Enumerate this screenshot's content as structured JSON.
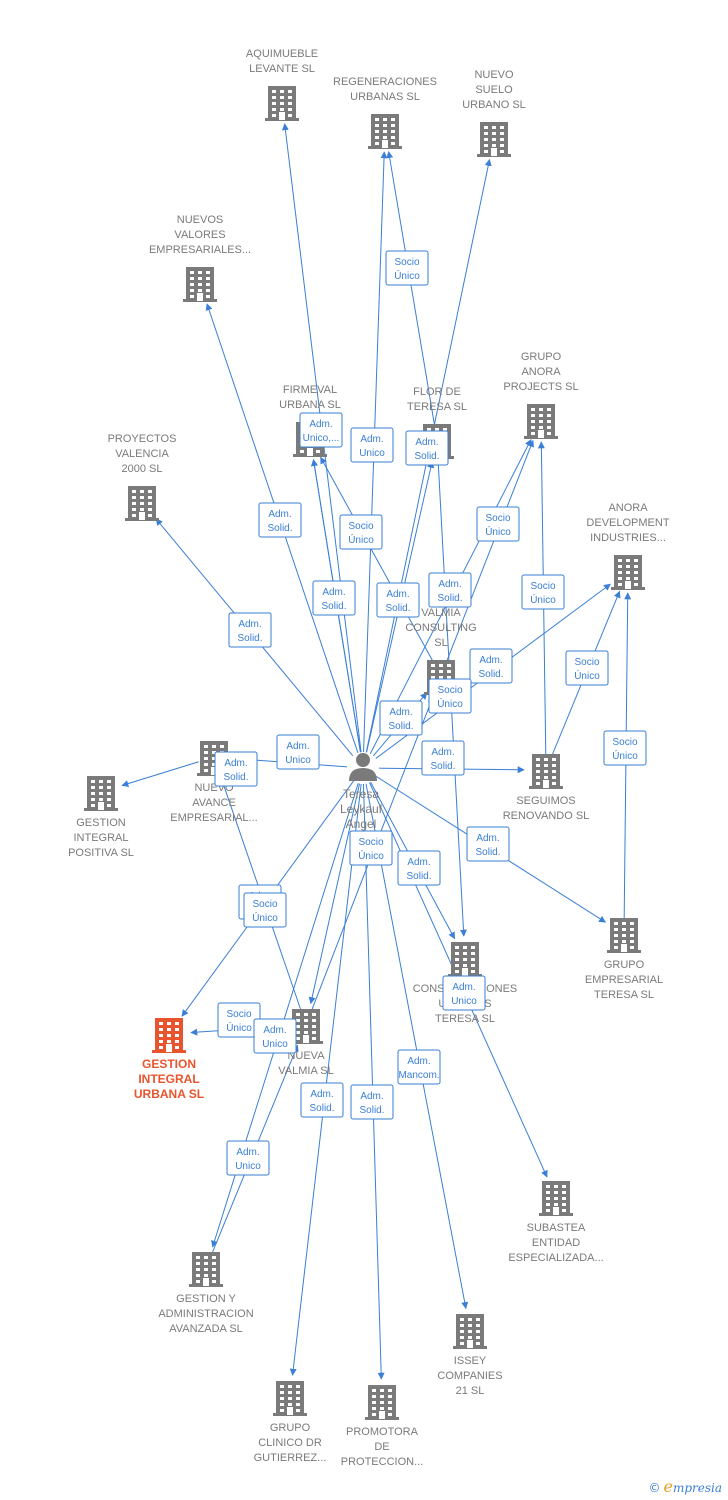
{
  "colors": {
    "edge": "#3a7fd5",
    "building": "#7a7a7a",
    "focus": "#e8542d"
  },
  "person": {
    "id": "person",
    "lines": [
      "Teresa",
      "Leykauf",
      "Angel"
    ]
  },
  "companies": [
    {
      "id": "aquimueble",
      "lines": [
        "AQUIMUEBLE",
        "LEVANTE SL"
      ]
    },
    {
      "id": "regeneraciones",
      "lines": [
        "REGENERACIONES",
        "URBANAS  SL"
      ]
    },
    {
      "id": "nuevosuelo",
      "lines": [
        "NUEVO",
        "SUELO",
        "URBANO  SL"
      ]
    },
    {
      "id": "nuevosvalores",
      "lines": [
        "NUEVOS",
        "VALORES",
        "EMPRESARIALES..."
      ]
    },
    {
      "id": "firmeval",
      "lines": [
        "FIRMEVAL",
        "URBANA  SL"
      ]
    },
    {
      "id": "flordeteresa",
      "lines": [
        "FLOR DE",
        "TERESA SL"
      ]
    },
    {
      "id": "grupoanora",
      "lines": [
        "GRUPO",
        "ANORA",
        "PROJECTS  SL"
      ]
    },
    {
      "id": "proyectosvalencia",
      "lines": [
        "PROYECTOS",
        "VALENCIA",
        "2000 SL"
      ]
    },
    {
      "id": "anoradev",
      "lines": [
        "ANORA",
        "DEVELOPMENT",
        "INDUSTRIES..."
      ]
    },
    {
      "id": "valmia",
      "lines": [
        "VALMIA",
        "CONSULTING",
        "SL"
      ]
    },
    {
      "id": "gestionintegralpositiva",
      "lines": [
        "GESTION",
        "INTEGRAL",
        "POSITIVA  SL"
      ]
    },
    {
      "id": "nuevoavance",
      "lines": [
        "NUEVO",
        "AVANCE",
        "EMPRESARIAL..."
      ]
    },
    {
      "id": "seguimos",
      "lines": [
        "SEGUIMOS",
        "RENOVANDO SL"
      ]
    },
    {
      "id": "grupoempresarial",
      "lines": [
        "GRUPO",
        "EMPRESARIAL",
        "TERESA SL"
      ]
    },
    {
      "id": "construcciones",
      "lines": [
        "CONSTRUCCIONES",
        "URBANAS",
        "TERESA SL"
      ]
    },
    {
      "id": "gestionintegralurbana",
      "lines": [
        "GESTION",
        "INTEGRAL",
        "URBANA  SL"
      ],
      "focus": true
    },
    {
      "id": "nuevavalmia",
      "lines": [
        "NUEVA",
        "VALMIA  SL"
      ]
    },
    {
      "id": "subastea",
      "lines": [
        "SUBASTEA",
        "ENTIDAD",
        "ESPECIALIZADA..."
      ]
    },
    {
      "id": "gestionadmin",
      "lines": [
        "GESTION Y",
        "ADMINISTRACION",
        "AVANZADA  SL"
      ]
    },
    {
      "id": "issey",
      "lines": [
        "ISSEY",
        "COMPANIES",
        "21 SL"
      ]
    },
    {
      "id": "grupoclinico",
      "lines": [
        "GRUPO",
        "CLINICO DR",
        "GUTIERREZ..."
      ]
    },
    {
      "id": "promotora",
      "lines": [
        "PROMOTORA",
        "DE",
        "PROTECCION..."
      ]
    }
  ],
  "edges": [
    {
      "from": "person",
      "to": "aquimueble",
      "label": [
        "Adm.",
        "Solid."
      ]
    },
    {
      "from": "person",
      "to": "regeneraciones",
      "label": [
        "Adm.",
        "Unico"
      ]
    },
    {
      "from": "flordeteresa",
      "to": "regeneraciones",
      "label": [
        "Socio",
        "Único"
      ]
    },
    {
      "from": "person",
      "to": "nuevosuelo",
      "label": [
        "Adm.",
        "Solid."
      ]
    },
    {
      "from": "person",
      "to": "nuevosvalores",
      "label": [
        "Adm.",
        "Solid."
      ]
    },
    {
      "from": "person",
      "to": "firmeval",
      "label": [
        "Adm.",
        "Solid."
      ]
    },
    {
      "from": "person",
      "to": "firmeval",
      "label": [
        "Adm.",
        "Unico,..."
      ]
    },
    {
      "from": "valmia",
      "to": "firmeval",
      "label": [
        "Socio",
        "Único"
      ]
    },
    {
      "from": "person",
      "to": "flordeteresa",
      "label": [
        "Adm.",
        "Solid."
      ]
    },
    {
      "from": "person",
      "to": "grupoanora",
      "label": [
        "Adm.",
        "Solid."
      ]
    },
    {
      "from": "valmia",
      "to": "grupoanora",
      "label": [
        "Socio",
        "Único"
      ]
    },
    {
      "from": "person",
      "to": "proyectosvalencia",
      "label": [
        "Adm.",
        "Solid."
      ]
    },
    {
      "from": "person",
      "to": "anoradev",
      "label": [
        "Adm.",
        "Solid."
      ]
    },
    {
      "from": "seguimos",
      "to": "grupoanora",
      "label": [
        "Socio",
        "Único"
      ]
    },
    {
      "from": "seguimos",
      "to": "anoradev",
      "label": [
        "Socio",
        "Único"
      ]
    },
    {
      "from": "grupoempresarial",
      "to": "anoradev",
      "label": [
        "Socio",
        "Único"
      ]
    },
    {
      "from": "person",
      "to": "valmia",
      "label": [
        "Adm.",
        "Solid."
      ]
    },
    {
      "from": "nuevavalmia",
      "to": "valmia",
      "label": [
        "Socio",
        "Único"
      ]
    },
    {
      "from": "person",
      "to": "nuevoavance",
      "label": [
        "Adm.",
        "Unico"
      ]
    },
    {
      "from": "nuevoavance",
      "to": "gestionintegralpositiva",
      "label": [
        "Adm.",
        "Solid."
      ]
    },
    {
      "from": "person",
      "to": "seguimos",
      "label": [
        "Adm.",
        "Solid."
      ]
    },
    {
      "from": "person",
      "to": "grupoempresarial",
      "label": [
        "Adm.",
        "Solid."
      ]
    },
    {
      "from": "person",
      "to": "construcciones",
      "label": [
        "Adm.",
        "Solid."
      ]
    },
    {
      "from": "flordeteresa",
      "to": "construcciones",
      "label": [
        "Adm.",
        "Unico"
      ]
    },
    {
      "from": "person",
      "to": "gestionintegralurbana",
      "label": [
        "Adm.",
        "Unico"
      ]
    },
    {
      "from": "nuevavalmia",
      "to": "nuevoavance",
      "label": [
        "Socio",
        "Único"
      ]
    },
    {
      "from": "nuevavalmia",
      "to": "gestionintegralurbana",
      "label": [
        "Socio",
        "Único"
      ]
    },
    {
      "from": "person",
      "to": "nuevavalmia",
      "label": [
        "Adm.",
        "Unico"
      ]
    },
    {
      "from": "person",
      "to": "subastea",
      "label": [
        "Adm.",
        "Unico"
      ]
    },
    {
      "from": "person",
      "to": "gestionadmin",
      "label": [
        "Socio",
        "Único"
      ]
    },
    {
      "from": "gestionadmin",
      "to": "nuevavalmia",
      "label": [
        "Adm.",
        "Unico"
      ]
    },
    {
      "from": "person",
      "to": "issey",
      "label": [
        "Adm.",
        "Mancom."
      ]
    },
    {
      "from": "person",
      "to": "grupoclinico",
      "label": [
        "Adm.",
        "Solid."
      ]
    },
    {
      "from": "person",
      "to": "promotora",
      "label": [
        "Adm.",
        "Solid."
      ]
    }
  ],
  "brand": {
    "copyright": "©",
    "initial": "e",
    "rest": "mpresia"
  }
}
